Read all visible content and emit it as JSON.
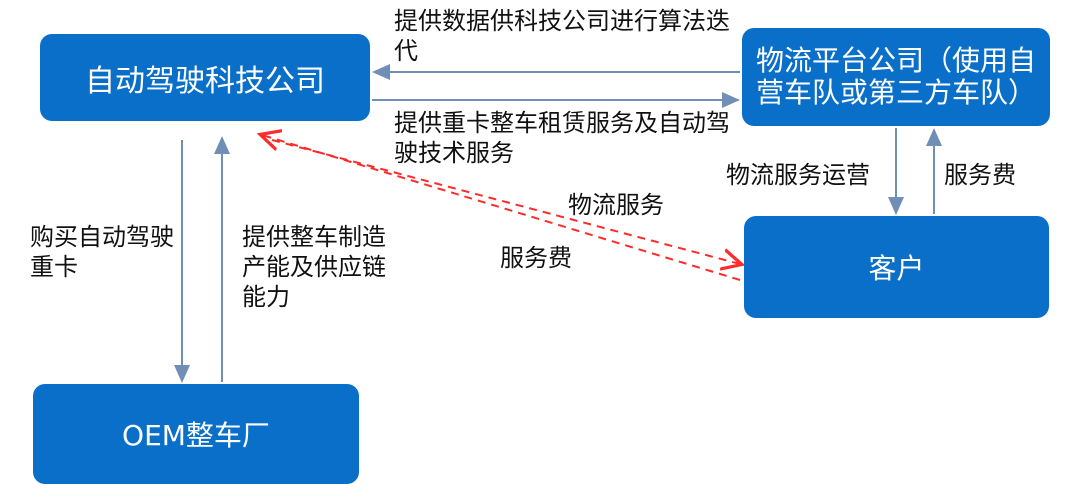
{
  "nodes": {
    "autonomous_tech": "自动驾驶科技公司",
    "logistics_platform": "物流平台公司（使用自营车队或第三方车队）",
    "customer": "客户",
    "oem": "OEM整车厂"
  },
  "edges": {
    "data_iteration": "提供数据供科技公司进行算法迭代",
    "truck_lease": "提供重卡整车租赁服务及自动驾驶技术服务",
    "logistics_service": "物流服务",
    "service_fee_mid": "服务费",
    "logistics_ops": "物流服务运营",
    "service_fee_right": "服务费",
    "buy_trucks": "购买自动驾驶重卡",
    "manufacturing": "提供整车制造产能及供应链能力"
  },
  "colors": {
    "node_fill": "#0a6fc8",
    "arrow_solid": "#6f8fb7",
    "arrow_dashed": "#ff2a2a"
  }
}
